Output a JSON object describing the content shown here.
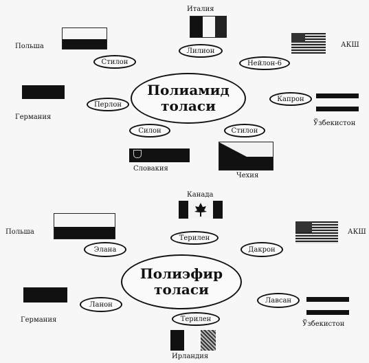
{
  "diagram_top": {
    "center": {
      "line1": "Полиамид",
      "line2": "толаси"
    },
    "fibers": [
      "Лилион",
      "Нейлон-6",
      "Капрон",
      "Стилон",
      "Силон",
      "Перлон",
      "Стилон"
    ],
    "countries": [
      "Италия",
      "АКШ",
      "Ўзбекистон",
      "Чехия",
      "Словакия",
      "Германия",
      "Польша"
    ]
  },
  "diagram_bottom": {
    "center": {
      "line1": "Полиэфир",
      "line2": "толаси"
    },
    "fibers": [
      "Терилен",
      "Дакрон",
      "Лавсан",
      "Терилен",
      "Ланон",
      "Элана"
    ],
    "countries": [
      "Канада",
      "АКШ",
      "Ўзбекистон",
      "Ирландия",
      "Германия",
      "Польша"
    ]
  }
}
